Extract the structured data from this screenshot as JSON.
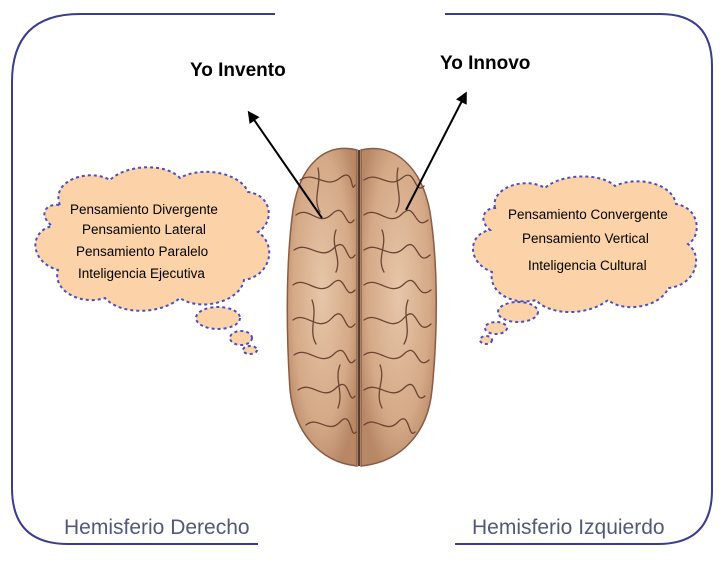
{
  "headings": {
    "left": "Yo Invento",
    "right": "Yo Innovo"
  },
  "clouds": {
    "left": [
      "Pensamiento Divergente",
      "Pensamiento Lateral",
      "Pensamiento Paralelo",
      "Inteligencia Ejecutiva"
    ],
    "right": [
      "Pensamiento Convergente",
      "Pensamiento Vertical",
      "Inteligencia Cultural"
    ]
  },
  "labels": {
    "left": "Hemisferio Derecho",
    "right": "Hemisferio Izquierdo"
  },
  "colors": {
    "frame": "#3a3d8f",
    "cloud_fill": "#fcd3a8",
    "cloud_stroke": "#4a4fc0",
    "label_text": "#55577a",
    "brain": "#d7ad8a",
    "brain_folds": "#5a3a2a"
  }
}
